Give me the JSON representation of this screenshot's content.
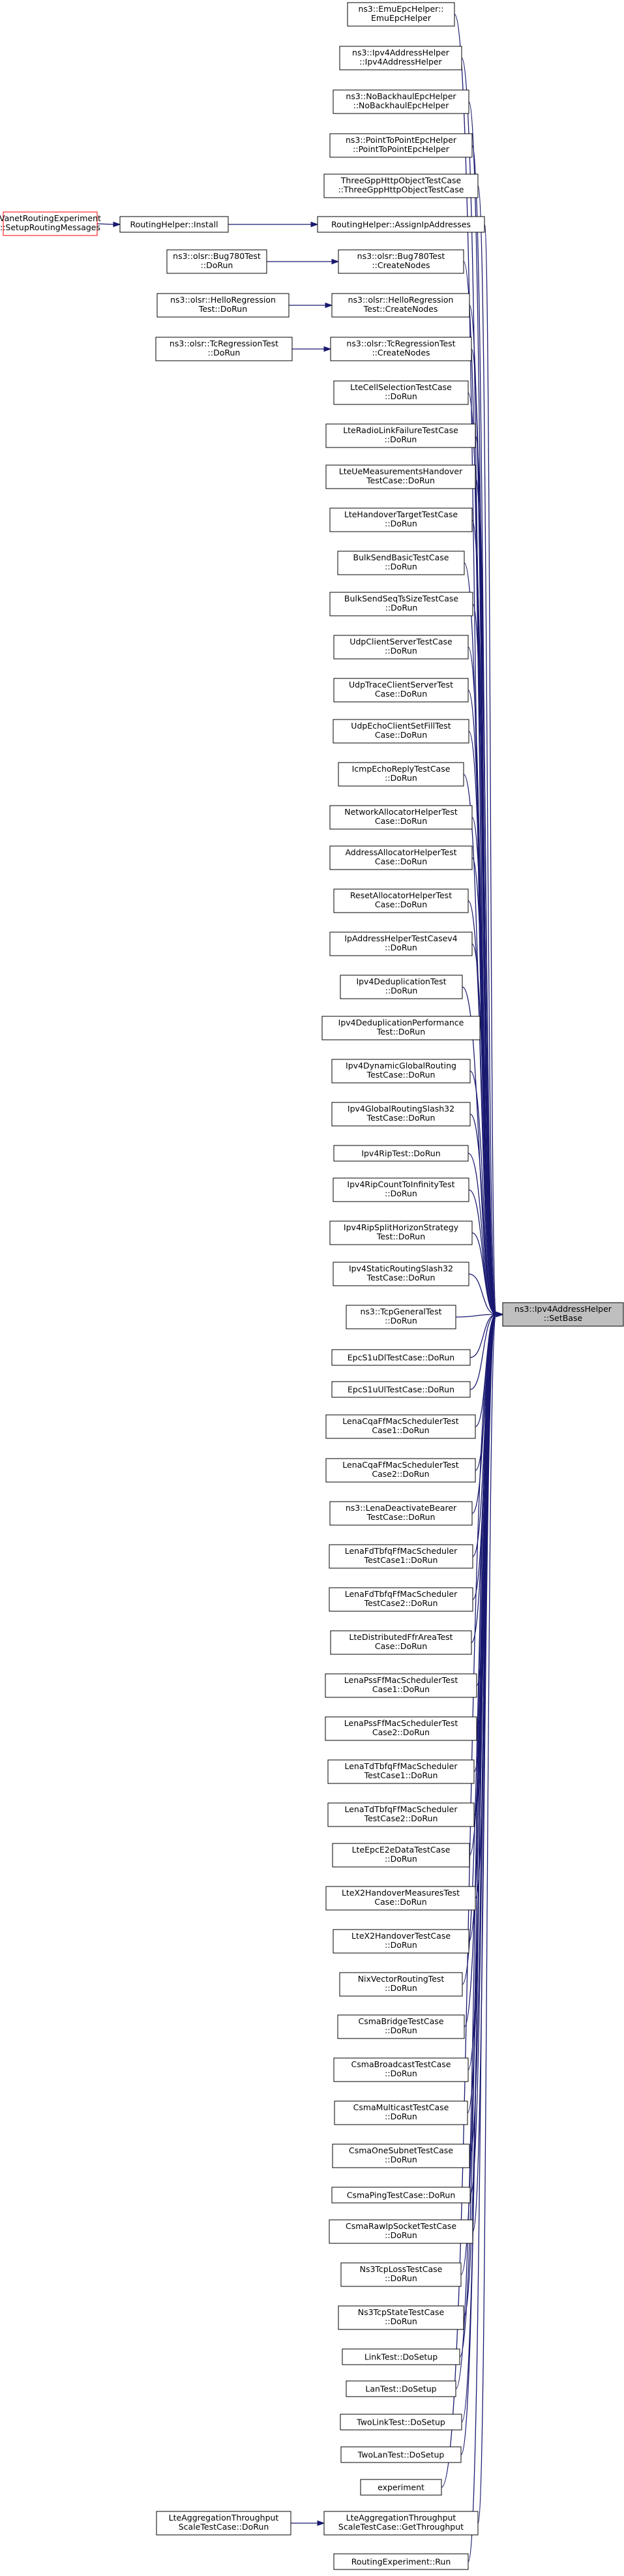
{
  "colors": {
    "edge": "#191970",
    "root_fill": "#bfbfbf",
    "node_fill": "#ffffff",
    "node_border": "#000000",
    "highlight_border": "#ff0000"
  },
  "root": {
    "id": "root",
    "lines": [
      "ns3::Ipv4AddressHelper",
      "::SetBase"
    ]
  },
  "nodes": [
    {
      "id": "n1",
      "lines": [
        "ns3::EmuEpcHelper::",
        "EmuEpcHelper"
      ],
      "target": "root"
    },
    {
      "id": "n2",
      "lines": [
        "ns3::Ipv4AddressHelper",
        "::Ipv4AddressHelper"
      ],
      "target": "root"
    },
    {
      "id": "n3",
      "lines": [
        "ns3::NoBackhaulEpcHelper",
        "::NoBackhaulEpcHelper"
      ],
      "target": "root"
    },
    {
      "id": "n4",
      "lines": [
        "ns3::PointToPointEpcHelper",
        "::PointToPointEpcHelper"
      ],
      "target": "root"
    },
    {
      "id": "n5",
      "lines": [
        "ThreeGppHttpObjectTestCase",
        "::ThreeGppHttpObjectTestCase"
      ],
      "target": "root"
    },
    {
      "id": "n6",
      "lines": [
        "RoutingHelper::AssignIpAddresses"
      ],
      "target": "root"
    },
    {
      "id": "n6a",
      "lines": [
        "RoutingHelper::Install"
      ],
      "target": "n6"
    },
    {
      "id": "n6b",
      "lines": [
        "VanetRoutingExperiment",
        "::SetupRoutingMessages"
      ],
      "target": "n6a",
      "highlight": true
    },
    {
      "id": "n7",
      "lines": [
        "ns3::olsr::Bug780Test",
        "::CreateNodes"
      ],
      "target": "root"
    },
    {
      "id": "n7a",
      "lines": [
        "ns3::olsr::Bug780Test",
        "::DoRun"
      ],
      "target": "n7"
    },
    {
      "id": "n8",
      "lines": [
        "ns3::olsr::HelloRegression",
        "Test::CreateNodes"
      ],
      "target": "root"
    },
    {
      "id": "n8a",
      "lines": [
        "ns3::olsr::HelloRegression",
        "Test::DoRun"
      ],
      "target": "n8"
    },
    {
      "id": "n9",
      "lines": [
        "ns3::olsr::TcRegressionTest",
        "::CreateNodes"
      ],
      "target": "root"
    },
    {
      "id": "n9a",
      "lines": [
        "ns3::olsr::TcRegressionTest",
        "::DoRun"
      ],
      "target": "n9"
    },
    {
      "id": "n10",
      "lines": [
        "LteCellSelectionTestCase",
        "::DoRun"
      ],
      "target": "root"
    },
    {
      "id": "n11",
      "lines": [
        "LteRadioLinkFailureTestCase",
        "::DoRun"
      ],
      "target": "root"
    },
    {
      "id": "n12",
      "lines": [
        "LteUeMeasurementsHandover",
        "TestCase::DoRun"
      ],
      "target": "root"
    },
    {
      "id": "n13",
      "lines": [
        "LteHandoverTargetTestCase",
        "::DoRun"
      ],
      "target": "root"
    },
    {
      "id": "n14",
      "lines": [
        "BulkSendBasicTestCase",
        "::DoRun"
      ],
      "target": "root"
    },
    {
      "id": "n15",
      "lines": [
        "BulkSendSeqTsSizeTestCase",
        "::DoRun"
      ],
      "target": "root"
    },
    {
      "id": "n16",
      "lines": [
        "UdpClientServerTestCase",
        "::DoRun"
      ],
      "target": "root"
    },
    {
      "id": "n17",
      "lines": [
        "UdpTraceClientServerTest",
        "Case::DoRun"
      ],
      "target": "root"
    },
    {
      "id": "n18",
      "lines": [
        "UdpEchoClientSetFillTest",
        "Case::DoRun"
      ],
      "target": "root"
    },
    {
      "id": "n19",
      "lines": [
        "IcmpEchoReplyTestCase",
        "::DoRun"
      ],
      "target": "root"
    },
    {
      "id": "n20",
      "lines": [
        "NetworkAllocatorHelperTest",
        "Case::DoRun"
      ],
      "target": "root"
    },
    {
      "id": "n21",
      "lines": [
        "AddressAllocatorHelperTest",
        "Case::DoRun"
      ],
      "target": "root"
    },
    {
      "id": "n22",
      "lines": [
        "ResetAllocatorHelperTest",
        "Case::DoRun"
      ],
      "target": "root"
    },
    {
      "id": "n23",
      "lines": [
        "IpAddressHelperTestCasev4",
        "::DoRun"
      ],
      "target": "root"
    },
    {
      "id": "n24",
      "lines": [
        "Ipv4DeduplicationTest",
        "::DoRun"
      ],
      "target": "root"
    },
    {
      "id": "n25",
      "lines": [
        "Ipv4DeduplicationPerformance",
        "Test::DoRun"
      ],
      "target": "root"
    },
    {
      "id": "n26",
      "lines": [
        "Ipv4DynamicGlobalRouting",
        "TestCase::DoRun"
      ],
      "target": "root"
    },
    {
      "id": "n27",
      "lines": [
        "Ipv4GlobalRoutingSlash32",
        "TestCase::DoRun"
      ],
      "target": "root"
    },
    {
      "id": "n28",
      "lines": [
        "Ipv4RipTest::DoRun"
      ],
      "target": "root"
    },
    {
      "id": "n29",
      "lines": [
        "Ipv4RipCountToInfinityTest",
        "::DoRun"
      ],
      "target": "root"
    },
    {
      "id": "n30",
      "lines": [
        "Ipv4RipSplitHorizonStrategy",
        "Test::DoRun"
      ],
      "target": "root"
    },
    {
      "id": "n31",
      "lines": [
        "Ipv4StaticRoutingSlash32",
        "TestCase::DoRun"
      ],
      "target": "root"
    },
    {
      "id": "n32",
      "lines": [
        "ns3::TcpGeneralTest",
        "::DoRun"
      ],
      "target": "root"
    },
    {
      "id": "n33",
      "lines": [
        "EpcS1uDlTestCase::DoRun"
      ],
      "target": "root"
    },
    {
      "id": "n34",
      "lines": [
        "EpcS1uUlTestCase::DoRun"
      ],
      "target": "root"
    },
    {
      "id": "n35",
      "lines": [
        "LenaCqaFfMacSchedulerTest",
        "Case1::DoRun"
      ],
      "target": "root"
    },
    {
      "id": "n36",
      "lines": [
        "LenaCqaFfMacSchedulerTest",
        "Case2::DoRun"
      ],
      "target": "root"
    },
    {
      "id": "n37",
      "lines": [
        "ns3::LenaDeactivateBearer",
        "TestCase::DoRun"
      ],
      "target": "root"
    },
    {
      "id": "n38",
      "lines": [
        "LenaFdTbfqFfMacScheduler",
        "TestCase1::DoRun"
      ],
      "target": "root"
    },
    {
      "id": "n39",
      "lines": [
        "LenaFdTbfqFfMacScheduler",
        "TestCase2::DoRun"
      ],
      "target": "root"
    },
    {
      "id": "n40",
      "lines": [
        "LteDistributedFfrAreaTest",
        "Case::DoRun"
      ],
      "target": "root"
    },
    {
      "id": "n41",
      "lines": [
        "LenaPssFfMacSchedulerTest",
        "Case1::DoRun"
      ],
      "target": "root"
    },
    {
      "id": "n42",
      "lines": [
        "LenaPssFfMacSchedulerTest",
        "Case2::DoRun"
      ],
      "target": "root"
    },
    {
      "id": "n43",
      "lines": [
        "LenaTdTbfqFfMacScheduler",
        "TestCase1::DoRun"
      ],
      "target": "root"
    },
    {
      "id": "n44",
      "lines": [
        "LenaTdTbfqFfMacScheduler",
        "TestCase2::DoRun"
      ],
      "target": "root"
    },
    {
      "id": "n45",
      "lines": [
        "LteEpcE2eDataTestCase",
        "::DoRun"
      ],
      "target": "root"
    },
    {
      "id": "n46",
      "lines": [
        "LteX2HandoverMeasuresTest",
        "Case::DoRun"
      ],
      "target": "root"
    },
    {
      "id": "n47",
      "lines": [
        "LteX2HandoverTestCase",
        "::DoRun"
      ],
      "target": "root"
    },
    {
      "id": "n48",
      "lines": [
        "NixVectorRoutingTest",
        "::DoRun"
      ],
      "target": "root"
    },
    {
      "id": "n49",
      "lines": [
        "CsmaBridgeTestCase",
        "::DoRun"
      ],
      "target": "root"
    },
    {
      "id": "n50",
      "lines": [
        "CsmaBroadcastTestCase",
        "::DoRun"
      ],
      "target": "root"
    },
    {
      "id": "n51",
      "lines": [
        "CsmaMulticastTestCase",
        "::DoRun"
      ],
      "target": "root"
    },
    {
      "id": "n52",
      "lines": [
        "CsmaOneSubnetTestCase",
        "::DoRun"
      ],
      "target": "root"
    },
    {
      "id": "n53",
      "lines": [
        "CsmaPingTestCase::DoRun"
      ],
      "target": "root"
    },
    {
      "id": "n54",
      "lines": [
        "CsmaRawIpSocketTestCase",
        "::DoRun"
      ],
      "target": "root"
    },
    {
      "id": "n55",
      "lines": [
        "Ns3TcpLossTestCase",
        "::DoRun"
      ],
      "target": "root"
    },
    {
      "id": "n56",
      "lines": [
        "Ns3TcpStateTestCase",
        "::DoRun"
      ],
      "target": "root"
    },
    {
      "id": "n57",
      "lines": [
        "LinkTest::DoSetup"
      ],
      "target": "root"
    },
    {
      "id": "n58",
      "lines": [
        "LanTest::DoSetup"
      ],
      "target": "root"
    },
    {
      "id": "n59",
      "lines": [
        "TwoLinkTest::DoSetup"
      ],
      "target": "root"
    },
    {
      "id": "n60",
      "lines": [
        "TwoLanTest::DoSetup"
      ],
      "target": "root"
    },
    {
      "id": "n61",
      "lines": [
        "experiment"
      ],
      "target": "root"
    },
    {
      "id": "n62",
      "lines": [
        "LteAggregationThroughput",
        "ScaleTestCase::GetThroughput"
      ],
      "target": "root"
    },
    {
      "id": "n62a",
      "lines": [
        "LteAggregationThroughput",
        "ScaleTestCase::DoRun"
      ],
      "target": "n62"
    },
    {
      "id": "n63",
      "lines": [
        "RoutingExperiment::Run"
      ],
      "target": "root"
    }
  ]
}
